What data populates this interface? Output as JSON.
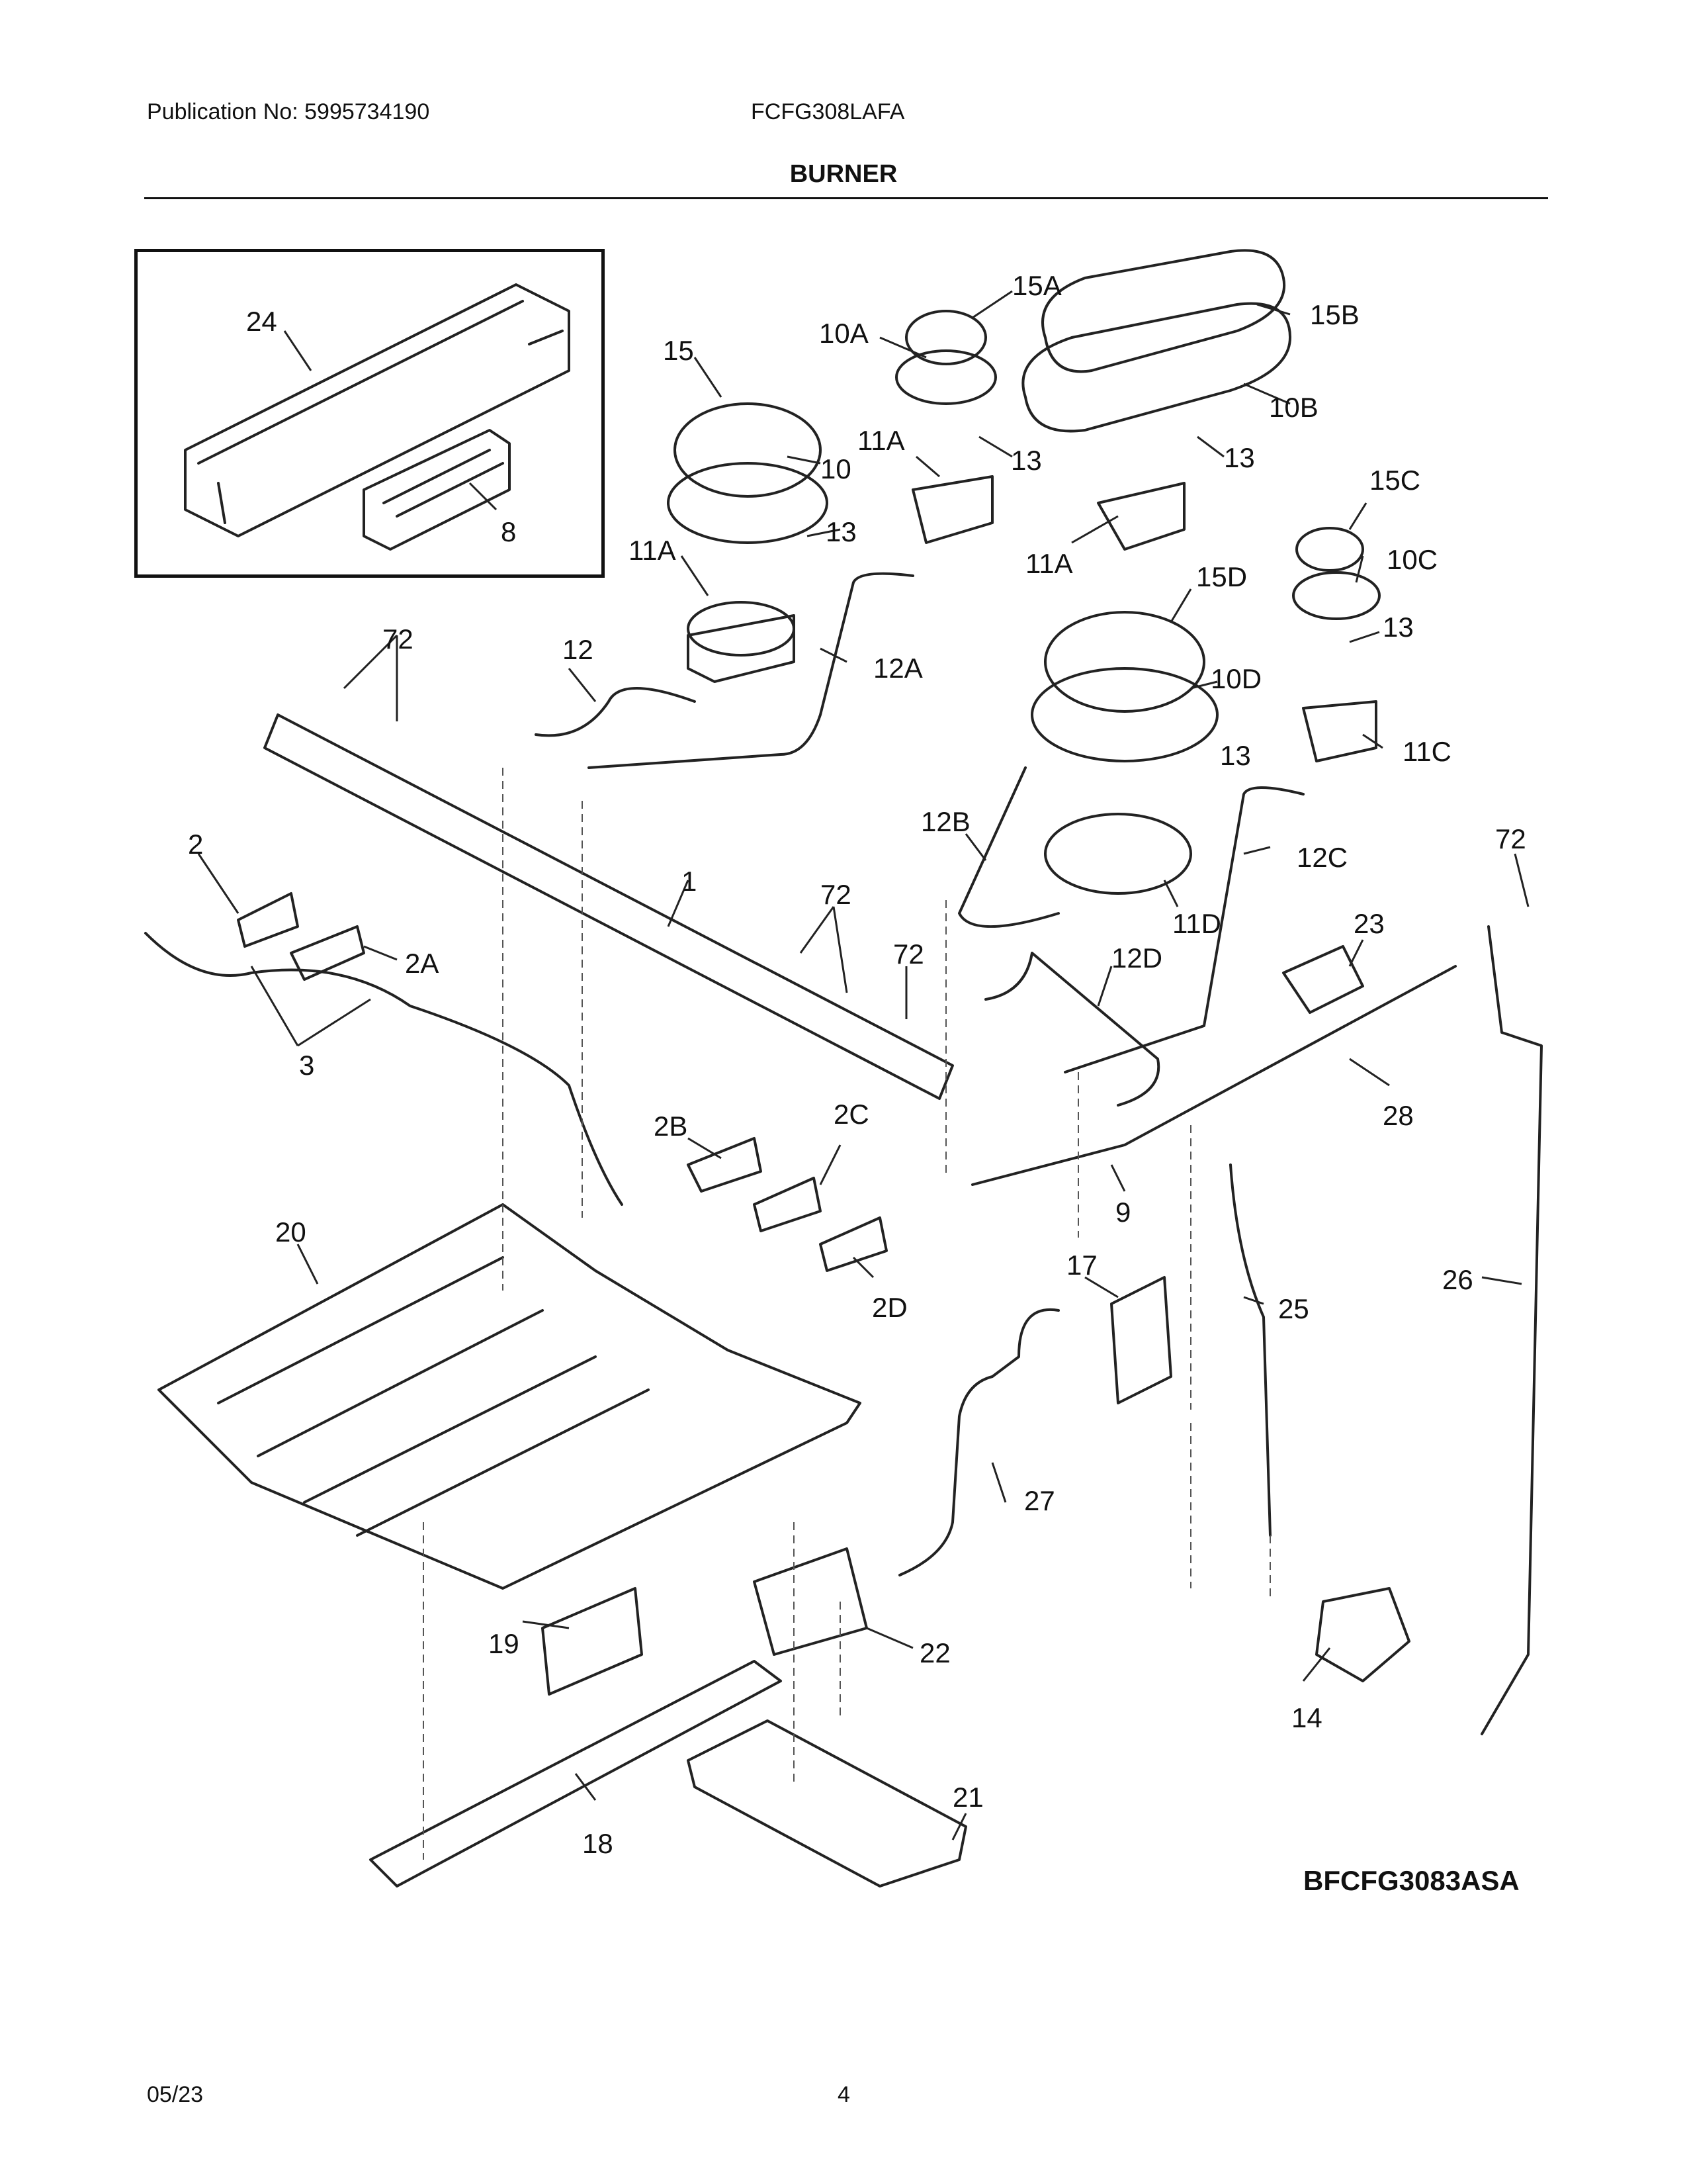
{
  "header": {
    "publication": "Publication No: 5995734190",
    "model": "FCFG308LAFA",
    "title": "BURNER"
  },
  "drawing_code": "BFCFG3083ASA",
  "footer": {
    "date": "05/23",
    "page": "4"
  },
  "callouts": [
    "24",
    "8",
    "15",
    "10",
    "10A",
    "15A",
    "15B",
    "10B",
    "11A",
    "13",
    "11A",
    "13",
    "11A",
    "13",
    "15C",
    "10C",
    "15D",
    "10D",
    "13",
    "11C",
    "13",
    "72",
    "12",
    "12A",
    "12B",
    "12C",
    "2",
    "1",
    "72",
    "72",
    "2A",
    "12D",
    "23",
    "72",
    "3",
    "2B",
    "2C",
    "28",
    "9",
    "20",
    "17",
    "25",
    "26",
    "2D",
    "27",
    "19",
    "22",
    "14",
    "18",
    "21",
    "11D"
  ]
}
